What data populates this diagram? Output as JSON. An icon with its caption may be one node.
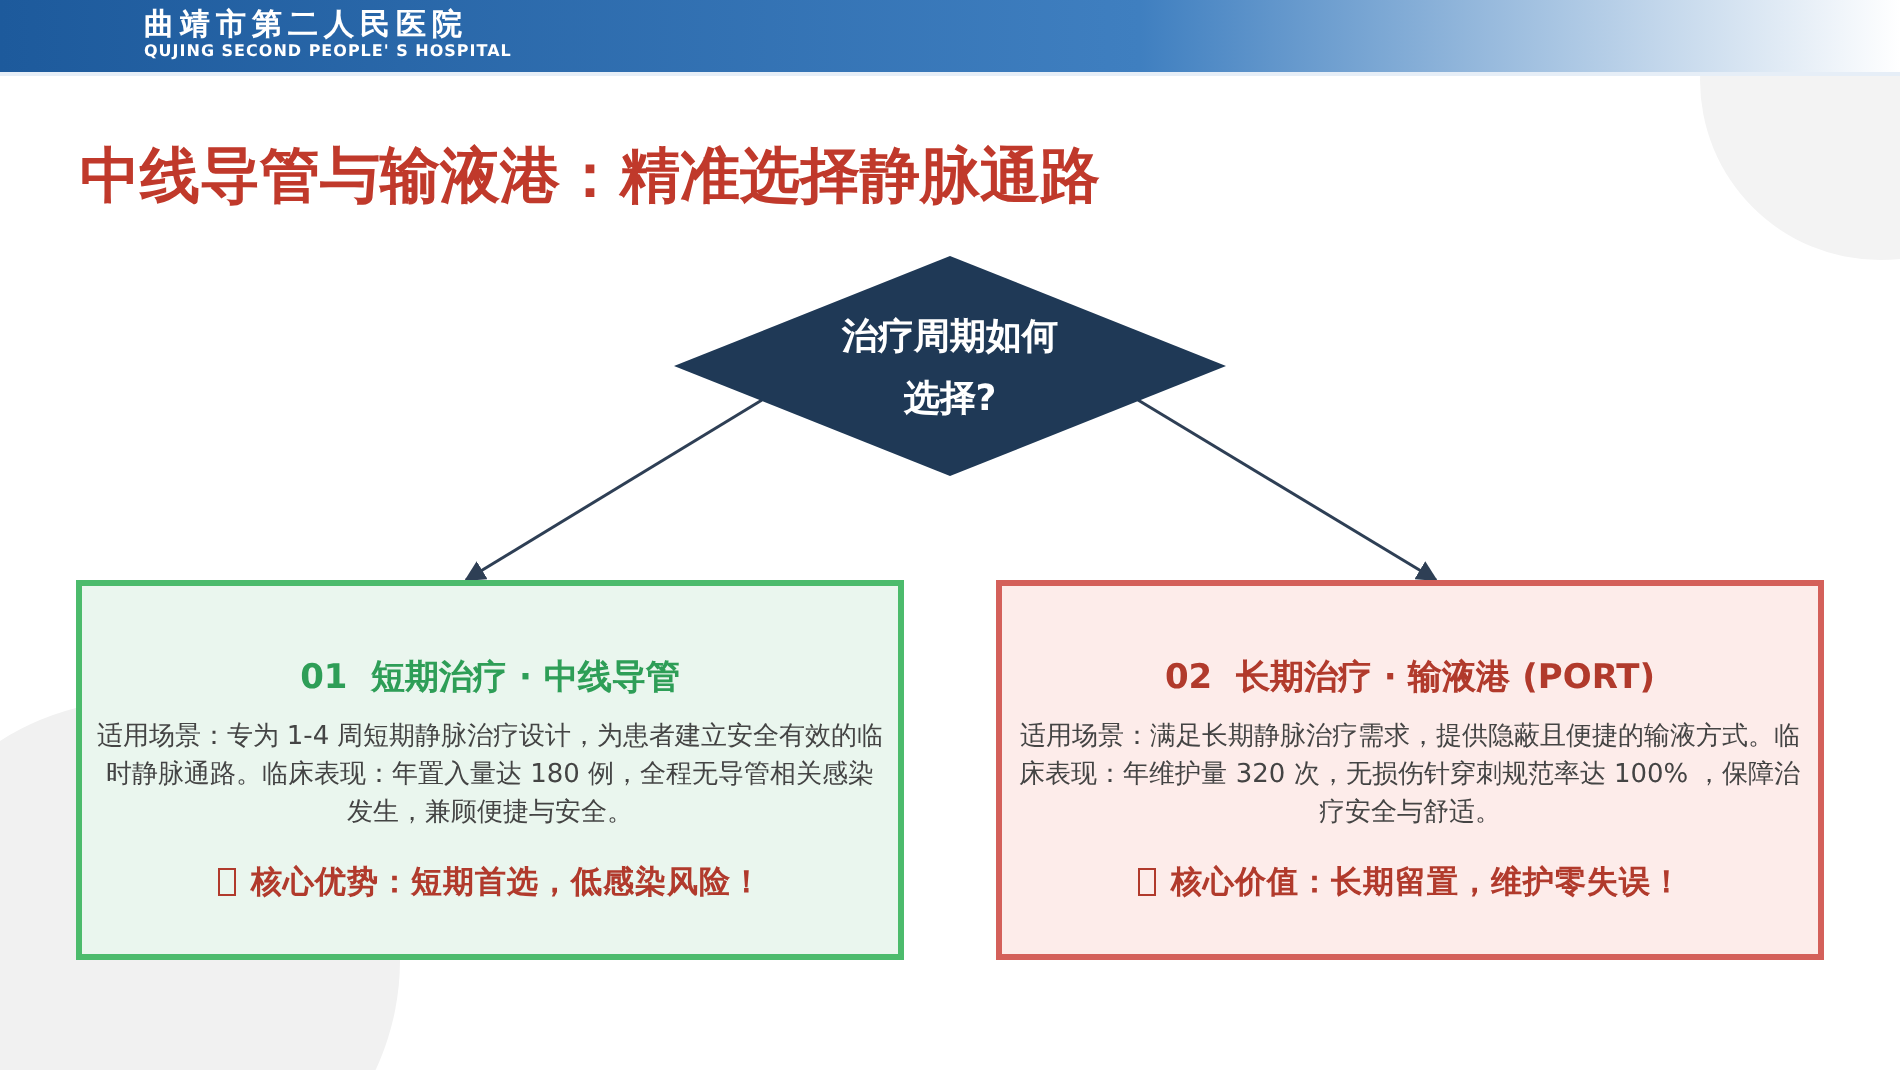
{
  "diagram": {
    "title": "中线导管与输液港：精准选择静脉通路",
    "nodes": [
      {
        "text": [
          "治疗周期如何选择?"
        ]
      },
      {
        "text": [
          "01  短期治疗 · 中线导管",
          "适用场景：专为 1-4 周短期静脉治疗设计，为患者建立安全有效的临时静脉通路。临床表现：年置入量达 180 例，全程无导管相关感染发生，兼顾便捷与安全。",
          "核心优势：短期首选，低感染风险！"
        ]
      },
      {
        "text": [
          "02  长期治疗 · 输液港 (PORT)",
          "适用场景：满足长期静脉治疗需求，提供隐蔽且便捷的输液方式。临床表现：年维护量 320 次，无损伤针穿刺规范率达 100% ，保障治疗安全与舒适。",
          "核心价值：长期留置，维护零失误！"
        ]
      }
    ],
    "edges": [
      {
        "from": 0,
        "to": 1,
        "arrow": "to"
      },
      {
        "from": 0,
        "to": 2,
        "arrow": "to"
      }
    ],
    "labels": [
      "曲靖市第二人民医院",
      "QUJING SECOND PEOPLE' S HOSPITAL"
    ]
  }
}
